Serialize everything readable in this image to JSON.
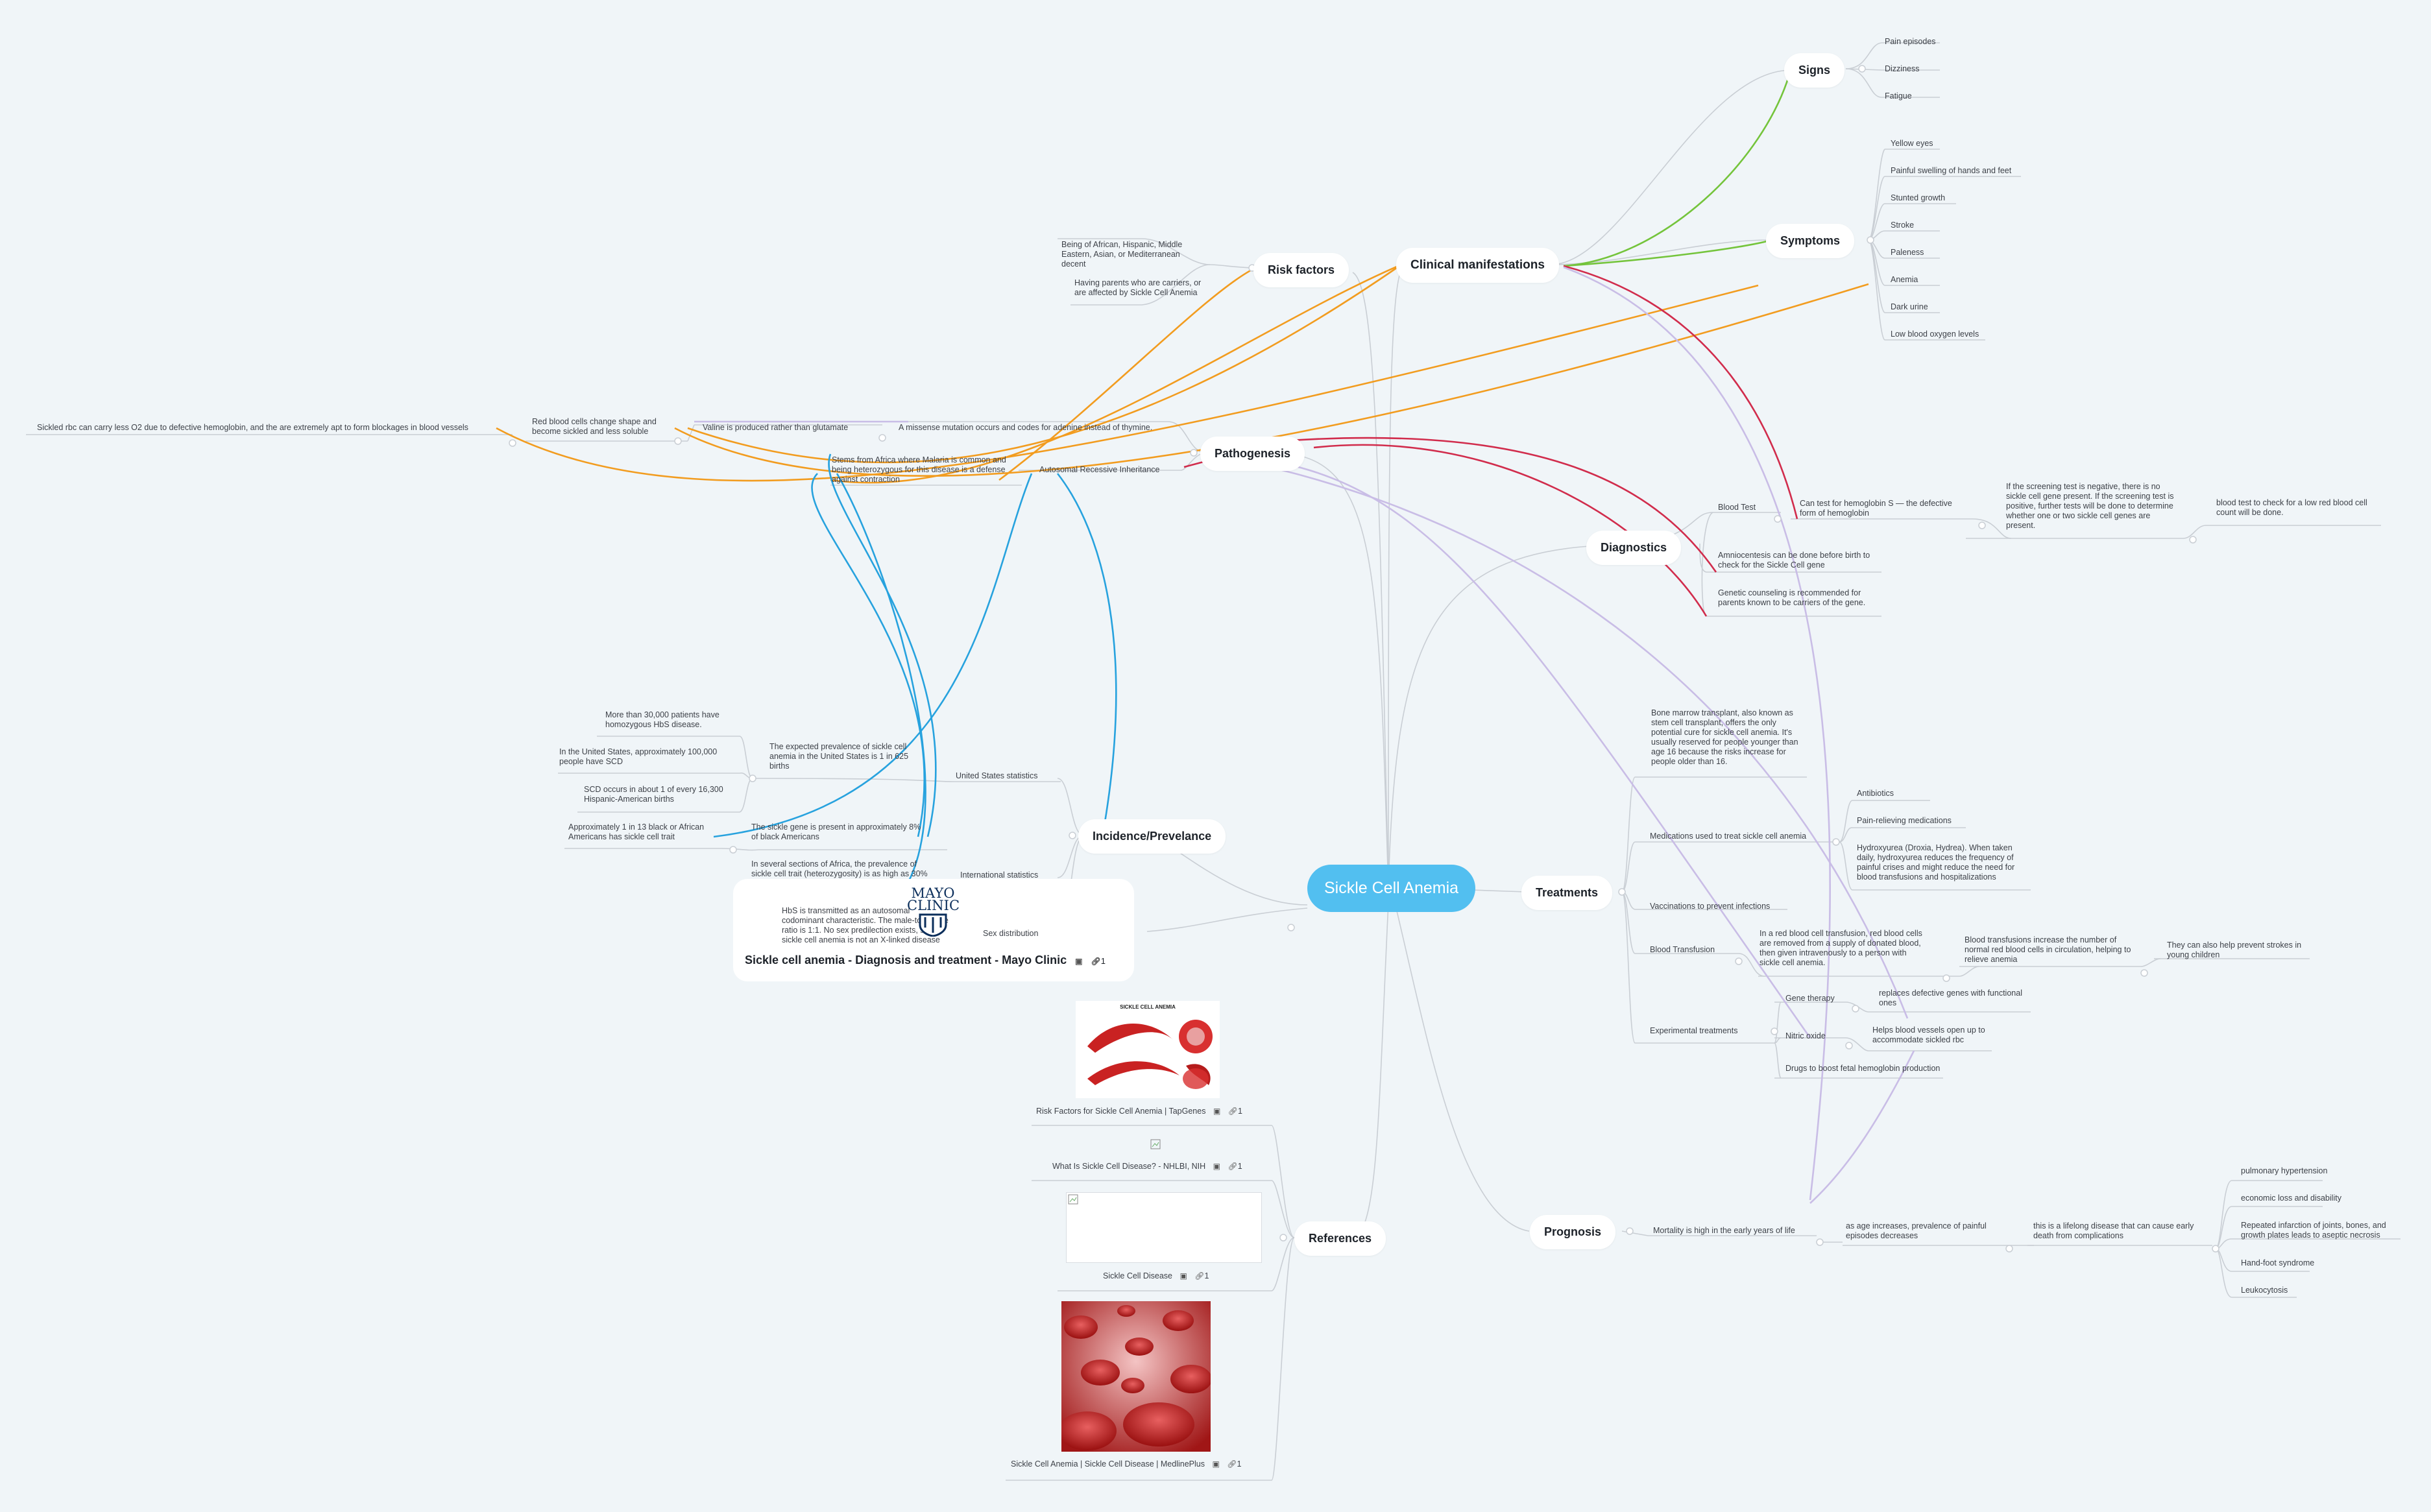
{
  "root": "Sickle Cell Anemia",
  "topics": {
    "clinical": "Clinical manifestations",
    "signs": "Signs",
    "symptoms": "Symptoms",
    "risk": "Risk factors",
    "pathogenesis": "Pathogenesis",
    "diagnostics": "Diagnostics",
    "incidence": "Incidence/Prevelance",
    "treatments": "Treatments",
    "prognosis": "Prognosis",
    "references": "References"
  },
  "signs": [
    "Pain episodes",
    "Dizziness",
    "Fatigue"
  ],
  "symptoms": [
    "Yellow eyes",
    "Painful swelling of hands and feet",
    "Stunted growth",
    "Stroke",
    "Paleness",
    "Anemia",
    "Dark urine",
    "Low blood oxygen levels"
  ],
  "risk_factors": [
    "Being of African, Hispanic, Middle Eastern, Asian, or Mediterranean  decent",
    "Having parents who are carriers, or are affected by Sickle Cell Anemia"
  ],
  "pathogenesis": {
    "sickled_rbc": "Sickled rbc can carry less O2 due to defective hemoglobin, and the are extremely apt to form blockages in blood vessels",
    "rbc_change": "Red blood cells change shape and become sickled and less soluble",
    "valine": "Valine is produced rather than glutamate",
    "missense": "A missense mutation occurs and codes for adenine instead of thymine.",
    "malaria": "Stems from Africa where Malaria is common and being heterozygous for this disease is a defense against contraction",
    "autosomal": "Autosomal Recessive Inheritance"
  },
  "diagnostics": {
    "blood_test": "Blood Test",
    "hemoglobin_s": "Can test for hemoglobin S — the defective form of hemoglobin",
    "screening": "If the screening test is negative, there is no sickle cell gene present. If the screening test is positive, further tests will be done to determine whether one or two sickle cell genes are present.",
    "low_count": "blood test to check for a low red blood cell count will be done.",
    "amnio": "Amniocentesis can be done before birth to check for the Sickle Cell gene",
    "genetic": "Genetic counseling is recommended for parents known to be carriers of the gene."
  },
  "incidence": {
    "us_stats": "United States statistics",
    "expected": "The expected prevalence of sickle cell anemia in the United States is 1 in 625 births",
    "more_than": "More than 30,000 patients have homozygous HbS disease.",
    "in_us": "In the United States, approximately 100,000 people have SCD",
    "scd_hispanic": "SCD occurs in about 1 of every 16,300 Hispanic-American births",
    "approx_13": "Approximately 1 in 13 black or African Americans has sickle cell trait",
    "gene_8pct": "The sickle gene is present in approximately 8% of black Americans",
    "intl_stats": "International statistics",
    "africa": "In several sections of Africa, the prevalence of sickle cell trait (heterozygosity) is as high as 30%",
    "sex_dist": "Sex distribution",
    "hbs": "HbS is transmitted as an autosomal codominant characteristic. The male-to-female ratio is 1:1. No sex predilection exists, since sickle cell anemia is not an X-linked disease"
  },
  "mayo": {
    "logo_line1": "MAYO",
    "logo_line2": "CLINIC",
    "title": "Sickle cell anemia - Diagnosis and treatment - Mayo Clinic",
    "count": "1"
  },
  "treatments": {
    "bone_marrow": "Bone marrow transplant, also known as stem cell transplant, offers the only potential cure for sickle cell anemia. It's usually reserved for people younger than age 16 because the risks increase for people older than 16.",
    "meds": "Medications used to treat sickle cell anemia",
    "antibiotics": "Antibiotics",
    "pain_meds": "Pain-relieving medications",
    "hydroxyurea": "Hydroxyurea (Droxia, Hydrea). When taken daily, hydroxyurea reduces the frequency of painful crises and might reduce the need for blood transfusions and hospitalizations",
    "vaccinations": "Vaccinations to prevent infections",
    "transfusion": "Blood Transfusion",
    "transfusion_desc": "In a red blood cell transfusion, red blood cells are removed from a supply of donated blood, then given intravenously to a person with sickle cell anemia.",
    "transfusion_increase": "Blood transfusions increase the number of normal red blood cells in circulation, helping to relieve anemia",
    "strokes": "They can also help prevent strokes in young children",
    "experimental": "Experimental treatments",
    "gene_therapy": "Gene therapy",
    "gene_desc": "replaces defective genes with functional ones",
    "nitric": "Nitric oxide",
    "nitric_desc": "Helps blood vessels open up to accommodate sickled rbc",
    "drugs": "Drugs to boost fetal hemoglobin production"
  },
  "prognosis": {
    "mortality": "Mortality is high in the early years of life",
    "age": "as age increases, prevalence of painful episodes decreases",
    "lifelong": "this is a lifelong disease that can cause early death from complications",
    "complications": [
      "pulmonary hypertension",
      "economic loss and disability",
      "Repeated infarction of joints, bones, and growth plates leads to aseptic necrosis",
      "Hand-foot syndrome",
      "Leukocytosis"
    ]
  },
  "references": [
    {
      "label": "Risk Factors for Sickle Cell Anemia | TapGenes",
      "count": "1"
    },
    {
      "label": "What Is Sickle Cell Disease? - NHLBI, NIH",
      "count": "1"
    },
    {
      "label": "Sickle Cell Disease",
      "count": "1"
    },
    {
      "label": "Sickle Cell Anemia | Sickle Cell Disease | MedlinePlus",
      "count": "1"
    }
  ],
  "tapgenes_caption": "SICKLE CELL ANEMIA",
  "colors": {
    "background": "#f0f5f8",
    "root": "#52bff0",
    "branch": "#c9ced4",
    "green": "#74c43b",
    "orange": "#f29c1f",
    "red": "#d12c4c",
    "blue": "#27a2de",
    "lavender": "#c9bde6"
  }
}
